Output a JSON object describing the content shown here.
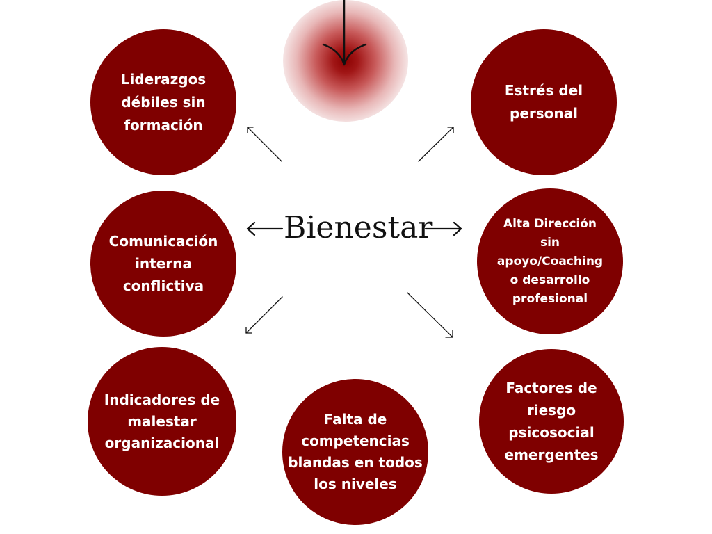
{
  "center": {
    "label": "Bienestar"
  },
  "nodes": {
    "liderazgos": "Liderazgos\ndébiles sin\nformación",
    "comunicacion": "Comunicación\ninterna\nconflictiva",
    "indicadores": "Indicadores de\nmalestar\norganizacional",
    "falta": "Falta de\ncompetencias\nblandas en todos\nlos niveles",
    "estres": "Estrés del\npersonal",
    "alta": "Alta Dirección\nsin\napoyo/Coaching\no desarrollo\nprofesional",
    "factores": "Factores de\nriesgo\npsicosocial\nemergentes"
  },
  "colors": {
    "node": "#7f0000",
    "text": "#ffffff",
    "arrow": "#111111",
    "glow": "#8b0000"
  }
}
